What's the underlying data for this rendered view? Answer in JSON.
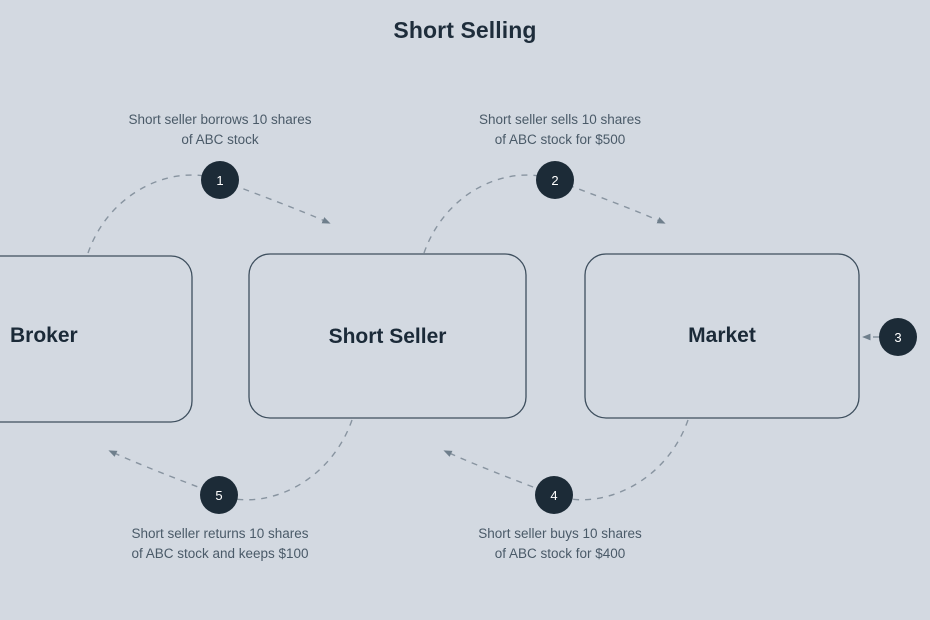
{
  "title": "Short Selling",
  "colors": {
    "background": "#d3d9e1",
    "title_text": "#1e2d3b",
    "node_border": "#3e4f5e",
    "node_label_text": "#1b2a38",
    "edge_label_text": "#4a5a68",
    "badge_fill": "#1c2b37",
    "badge_text": "#ffffff",
    "arrow_stroke": "#6f7f8c"
  },
  "nodes": [
    {
      "id": "broker",
      "label": "Broker"
    },
    {
      "id": "short-seller",
      "label": "Short Seller"
    },
    {
      "id": "market",
      "label": "Market"
    }
  ],
  "steps": [
    {
      "number": "1",
      "label": "Short seller borrows 10 shares\nof ABC stock",
      "from": "broker",
      "to": "short-seller"
    },
    {
      "number": "2",
      "label": "Short seller sells 10 shares\nof ABC stock for $500",
      "from": "short-seller",
      "to": "market"
    },
    {
      "number": "3",
      "label": "",
      "from": "offscreen",
      "to": "market"
    },
    {
      "number": "4",
      "label": "Short seller buys 10 shares\nof ABC stock for $400",
      "from": "market",
      "to": "short-seller"
    },
    {
      "number": "5",
      "label": "Short seller returns 10 shares\nof ABC stock and keeps $100",
      "from": "short-seller",
      "to": "broker"
    }
  ],
  "chart_data": {
    "type": "diagram",
    "title": "Short Selling",
    "nodes": [
      "Broker",
      "Short Seller",
      "Market"
    ],
    "edges": [
      {
        "step": 1,
        "from": "Broker",
        "to": "Short Seller",
        "text": "Short seller borrows 10 shares of ABC stock",
        "position": "top-left"
      },
      {
        "step": 2,
        "from": "Short Seller",
        "to": "Market",
        "text": "Short seller sells 10 shares of ABC stock for $500",
        "position": "top-right"
      },
      {
        "step": 3,
        "from": "offscreen-right",
        "to": "Market",
        "text": "",
        "position": "right"
      },
      {
        "step": 4,
        "from": "Market",
        "to": "Short Seller",
        "text": "Short seller buys 10 shares of ABC stock for $400",
        "position": "bottom-right"
      },
      {
        "step": 5,
        "from": "Short Seller",
        "to": "Broker",
        "text": "Short seller returns 10 shares of ABC stock and keeps $100",
        "position": "bottom-left"
      }
    ]
  }
}
